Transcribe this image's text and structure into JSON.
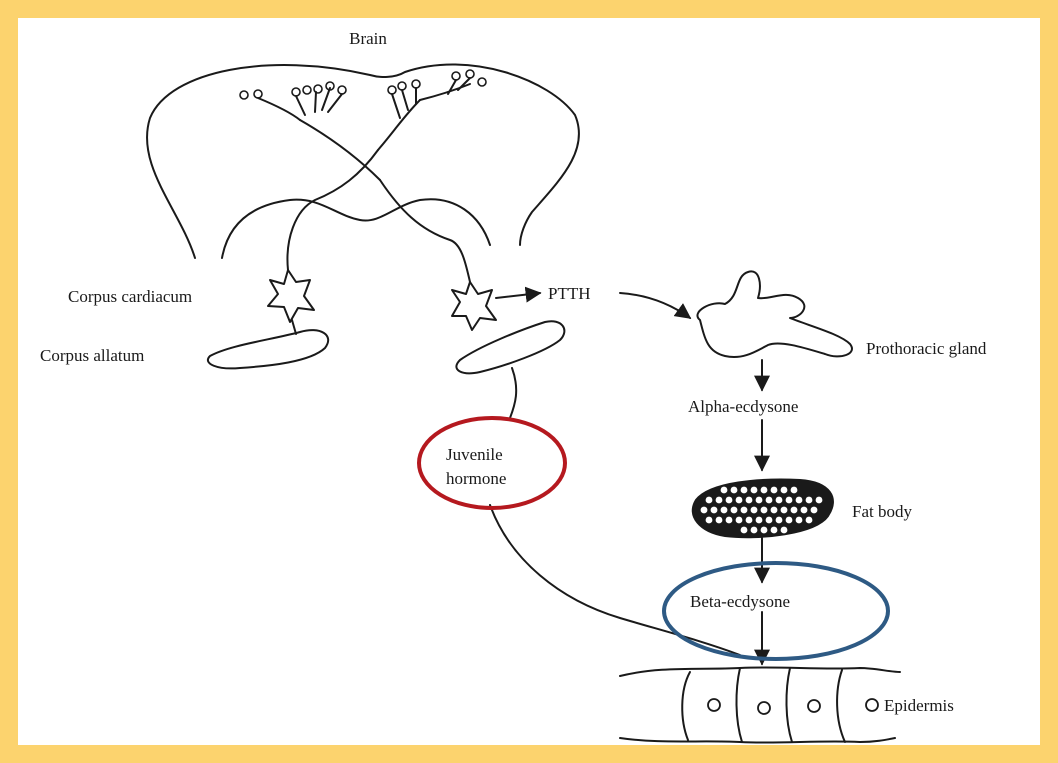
{
  "labels": {
    "brain": "Brain",
    "corpus_cardiacum": "Corpus cardiacum",
    "corpus_allatum": "Corpus allatum",
    "ptth": "PTTH",
    "prothoracic_gland": "Prothoracic gland",
    "alpha_ecdysone": "Alpha-ecdysone",
    "juvenile_hormone_line1": "Juvenile",
    "juvenile_hormone_line2": "hormone",
    "fat_body": "Fat body",
    "beta_ecdysone": "Beta-ecdysone",
    "epidermis": "Epidermis"
  },
  "colors": {
    "frame": "#fcd36e",
    "juvenile_hormone_highlight": "#b5191f",
    "beta_ecdysone_highlight": "#2e5a84",
    "ink": "#1a1a1a"
  }
}
